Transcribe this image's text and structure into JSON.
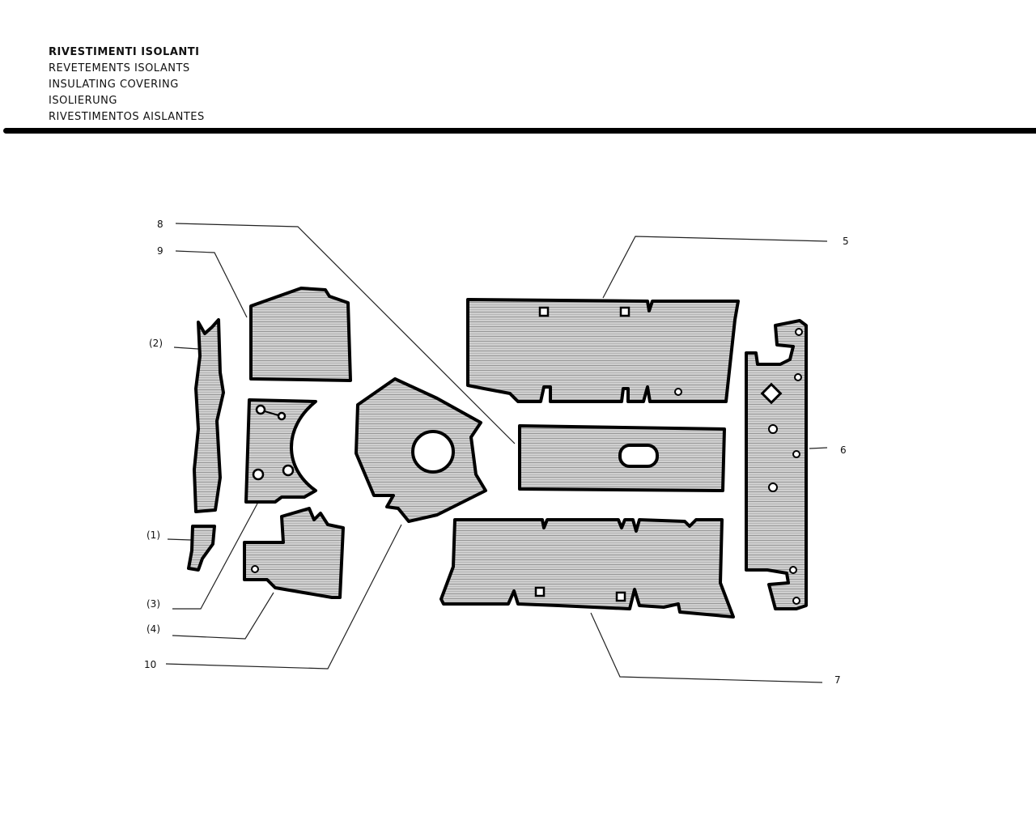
{
  "header": {
    "titles": [
      "RIVESTIMENTI ISOLANTI",
      "REVETEMENTS ISOLANTS",
      "INSULATING COVERING",
      "ISOLIERUNG",
      "RIVESTIMENTOS AISLANTES"
    ]
  },
  "callouts": {
    "c8": "8",
    "c9": "9",
    "c2": "(2)",
    "c1": "(1)",
    "c3": "(3)",
    "c4": "(4)",
    "c10": "10",
    "c5": "5",
    "c6": "6",
    "c7": "7"
  },
  "colors": {
    "panel_fill": "#c9c9c9",
    "outline": "#000000",
    "leader": "#222222"
  }
}
